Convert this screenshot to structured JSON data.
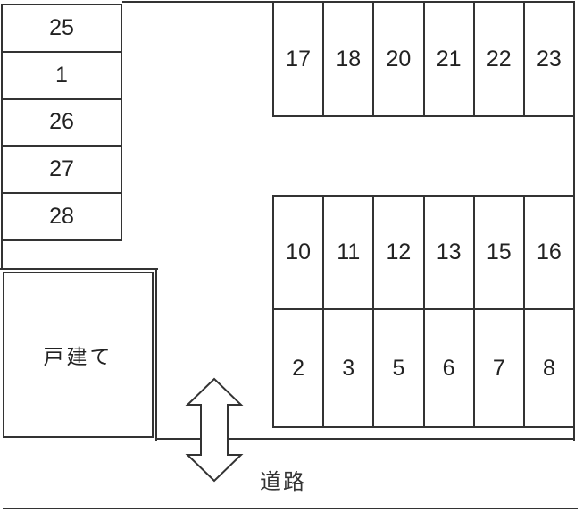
{
  "colors": {
    "line": "#333333",
    "text": "#222222",
    "background": "#ffffff"
  },
  "left_column": {
    "cells": [
      "25",
      "1",
      "26",
      "27",
      "28"
    ]
  },
  "rows": {
    "top": {
      "cells": [
        "17",
        "18",
        "20",
        "21",
        "22",
        "23"
      ]
    },
    "middle": {
      "cells": [
        "10",
        "11",
        "12",
        "13",
        "15",
        "16"
      ]
    },
    "bottom": {
      "cells": [
        "2",
        "3",
        "5",
        "6",
        "7",
        "8"
      ]
    }
  },
  "house": {
    "label": "戸建て"
  },
  "road": {
    "label": "道路"
  },
  "icons": {
    "road_arrow": "double-headed-vertical-arrow-icon"
  }
}
